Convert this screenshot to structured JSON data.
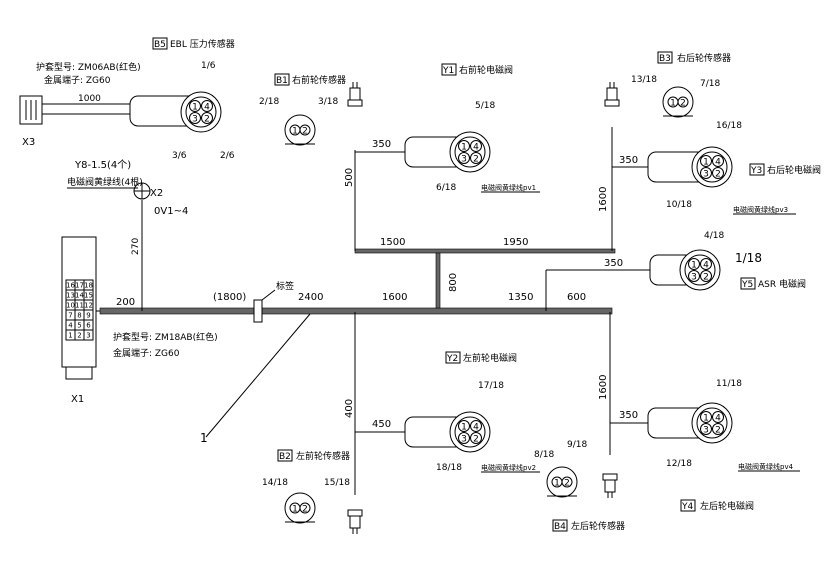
{
  "connectors": {
    "b5": {
      "id": "B5",
      "title": "EBL 压力传感器",
      "pins": [
        "1/6",
        "3/6",
        "2/6"
      ]
    },
    "b1": {
      "id": "B1",
      "title": "右前轮传感器",
      "pins": [
        "2/18",
        "3/18"
      ]
    },
    "b3": {
      "id": "B3",
      "title": "右后轮传感器",
      "pins": [
        "13/18",
        "7/18"
      ]
    },
    "b2": {
      "id": "B2",
      "title": "左前轮传感器",
      "pins": [
        "14/18",
        "15/18"
      ]
    },
    "b4": {
      "id": "B4",
      "title": "左后轮传感器",
      "pins": [
        "8/18",
        "9/18"
      ]
    },
    "y1": {
      "id": "Y1",
      "title": "右前轮电磁阀",
      "pins": [
        "5/18",
        "6/18"
      ],
      "note": "电磁阀黄绿线pv1"
    },
    "y3": {
      "id": "Y3",
      "title": "右后轮电磁阀",
      "pins": [
        "16/18",
        "10/18"
      ],
      "note": "电磁阀黄绿线pv3"
    },
    "y5": {
      "id": "Y5",
      "title": "ASR 电磁阀",
      "pins": [
        "4/18",
        "1/18"
      ]
    },
    "y2": {
      "id": "Y2",
      "title": "左前轮电磁阀",
      "pins": [
        "17/18",
        "18/18"
      ],
      "note": "电磁阀黄绿线pv2"
    },
    "y4": {
      "id": "Y4",
      "title": "左后轮电磁阀",
      "pins": [
        "11/18",
        "12/18"
      ],
      "note": "电磁阀黄绿线pv4"
    }
  },
  "x3": {
    "label": "X3",
    "sheath": "护套型号: ZM06AB(红色)",
    "terminal": "金属端子: ZG60",
    "length": "1000"
  },
  "x2": {
    "label": "X2",
    "sub": "0V1~4",
    "y8": "Y8-1.5(4个)",
    "note": "电磁阀黄绿线(4根)",
    "length": "270"
  },
  "x1": {
    "label": "X1",
    "sheath": "护套型号: ZM18AB(红色)",
    "terminal": "金属端子: ZG60",
    "cells": [
      [
        "16",
        "17",
        "18"
      ],
      [
        "13",
        "14",
        "15"
      ],
      [
        "10",
        "11",
        "12"
      ],
      [
        "7",
        "8",
        "9"
      ],
      [
        "4",
        "5",
        "6"
      ],
      [
        "1",
        "2",
        "3"
      ]
    ]
  },
  "labels": {
    "tag": "标签",
    "ref": "1"
  },
  "dims": {
    "d200": "200",
    "d1800": "(1800)",
    "d2400": "2400",
    "d1600a": "1600",
    "d1350": "1350",
    "d600": "600",
    "d1500": "1500",
    "d1950": "1950",
    "d800": "800",
    "d500": "500",
    "d350a": "350",
    "d1600b": "1600",
    "d350b": "350",
    "d350c": "350",
    "d400": "400",
    "d450": "450",
    "d1600c": "1600",
    "d350d": "350"
  }
}
